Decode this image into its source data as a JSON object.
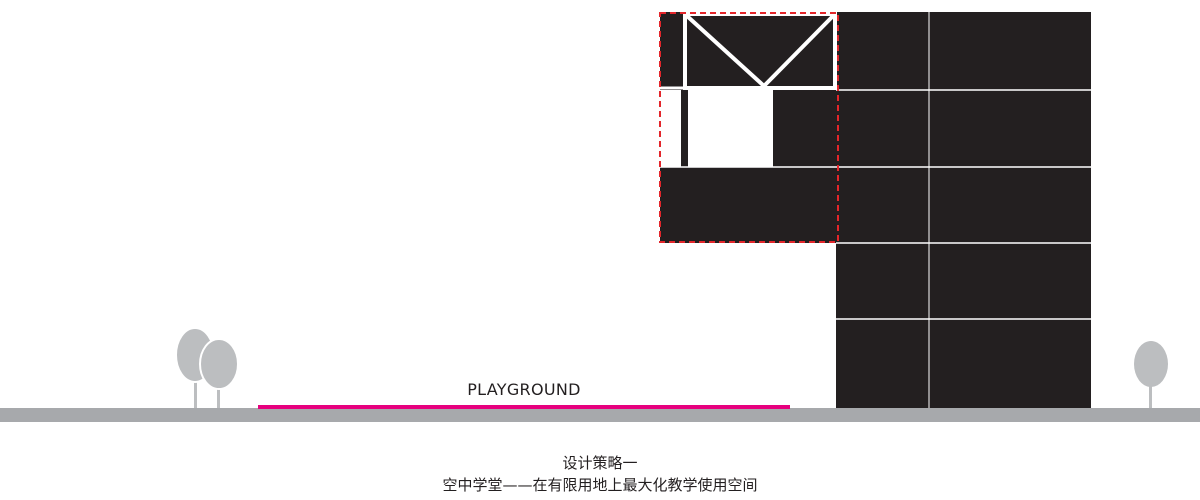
{
  "diagram": {
    "playground_label": "PLAYGROUND",
    "caption": {
      "title": "设计策略一",
      "subtitle": "空中学堂——在有限用地上最大化教学使用空间"
    }
  },
  "colors": {
    "building": "#231f20",
    "ground": "#a7a9ac",
    "tree": "#bcbec0",
    "playground": "#e6007e",
    "highlight_box": "#e3262b",
    "background": "#ffffff"
  },
  "icons": {
    "tree": "tree-icon"
  }
}
